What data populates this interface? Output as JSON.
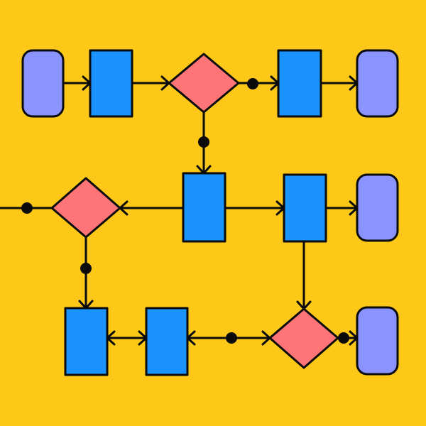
{
  "diagram": {
    "colors": {
      "background": "#FDC817",
      "terminal": "#8B93FF",
      "process": "#1A93FF",
      "decision": "#FF7577",
      "stroke": "#0B0B0B"
    },
    "nodes": [
      {
        "id": "start",
        "kind": "terminal"
      },
      {
        "id": "process-1",
        "kind": "process"
      },
      {
        "id": "decision-1",
        "kind": "decision"
      },
      {
        "id": "process-2",
        "kind": "process"
      },
      {
        "id": "end-1",
        "kind": "terminal"
      },
      {
        "id": "decision-2",
        "kind": "decision"
      },
      {
        "id": "process-3",
        "kind": "process"
      },
      {
        "id": "process-4",
        "kind": "process"
      },
      {
        "id": "end-2",
        "kind": "terminal"
      },
      {
        "id": "process-5",
        "kind": "process"
      },
      {
        "id": "process-6",
        "kind": "process"
      },
      {
        "id": "decision-3",
        "kind": "decision"
      },
      {
        "id": "end-3",
        "kind": "terminal"
      }
    ],
    "connectors": [
      {
        "from": "start",
        "to": "process-1"
      },
      {
        "from": "process-1",
        "to": "decision-1"
      },
      {
        "from": "decision-1",
        "to": "process-2"
      },
      {
        "from": "process-2",
        "to": "end-1"
      },
      {
        "from": "decision-1",
        "to": "process-3"
      },
      {
        "from": "process-3",
        "to": "decision-2"
      },
      {
        "from": "decision-2",
        "to": "off-canvas-left"
      },
      {
        "from": "process-3",
        "to": "process-4"
      },
      {
        "from": "process-4",
        "to": "end-2"
      },
      {
        "from": "decision-2",
        "to": "process-5"
      },
      {
        "from": "process-5",
        "to": "process-6"
      },
      {
        "from": "process-6",
        "to": "process-5"
      },
      {
        "from": "decision-3",
        "to": "process-6"
      },
      {
        "from": "process-4",
        "to": "decision-3"
      },
      {
        "from": "decision-3",
        "to": "end-3"
      }
    ]
  }
}
